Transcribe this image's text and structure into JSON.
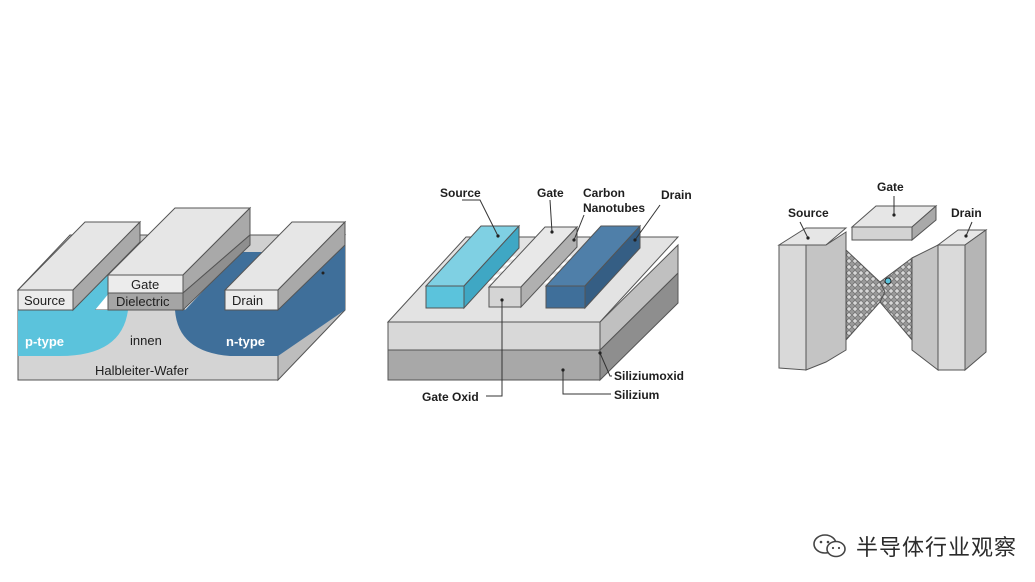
{
  "diagram1": {
    "source": "Source",
    "gate": "Gate",
    "dielectric": "Dielectric",
    "drain": "Drain",
    "p_type": "p-type",
    "innen": "innen",
    "n_type": "n-type",
    "wafer": "Halbleiter-Wafer"
  },
  "diagram2": {
    "source": "Source",
    "gate": "Gate",
    "cnt_line1": "Carbon",
    "cnt_line2": "Nanotubes",
    "drain": "Drain",
    "oxide": "Siliziumoxid",
    "silicon": "Silizium",
    "gate_oxide": "Gate Oxid"
  },
  "diagram3": {
    "source": "Source",
    "gate": "Gate",
    "drain": "Drain"
  },
  "watermark": {
    "text": "半导体行业观察",
    "icon": "wechat-icon"
  }
}
